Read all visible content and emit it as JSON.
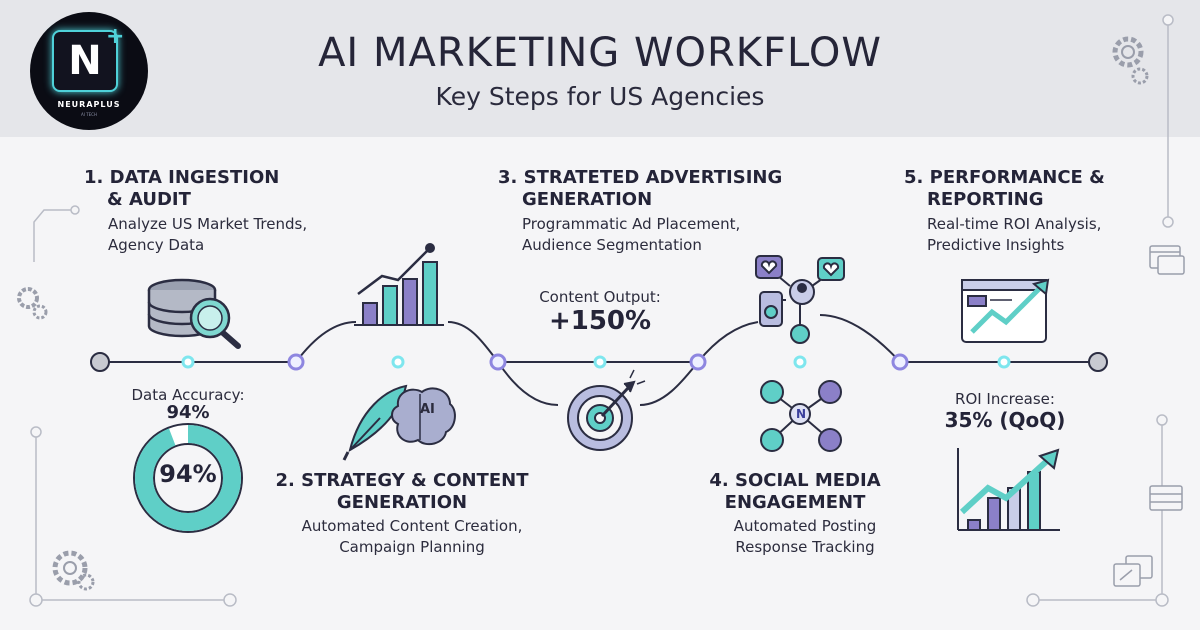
{
  "header": {
    "title": "AI MARKETING WORKFLOW",
    "subtitle": "Key Steps for US Agencies"
  },
  "logo": {
    "mark": "N",
    "name": "NEURAPLUS",
    "tagline": "AI TECH"
  },
  "steps": [
    {
      "head_line1": "1. DATA INGESTION",
      "head_line2": "& AUDIT",
      "desc_line1": "Analyze US Market Trends,",
      "desc_line2": "Agency Data",
      "icon": "database-search-icon"
    },
    {
      "head_line1": "2. STRATEGY & CONTENT",
      "head_line2": "GENERATION",
      "desc_line1": "Automated Content Creation,",
      "desc_line2": "Campaign Planning",
      "icon": "quill-brain-icon"
    },
    {
      "head_line1": "3. STRATETED ADVERTISING",
      "head_line2": "GENERATION",
      "desc_line1": "Programmatic Ad Placement,",
      "desc_line2": "Audience Segmentation",
      "icon": "target-icon"
    },
    {
      "head_line1": "4. SOCIAL MEDIA",
      "head_line2": "ENGAGEMENT",
      "desc_line1": "Automated Posting",
      "desc_line2": "Response Tracking",
      "icon": "social-network-icon"
    },
    {
      "head_line1": "5. PERFORMANCE &",
      "head_line2": "REPORTING",
      "desc_line1": "Real-time ROI Analysis,",
      "desc_line2": "Predictive Insights",
      "icon": "dashboard-growth-icon"
    }
  ],
  "stats": {
    "accuracy": {
      "label": "Data Accuracy:",
      "value": "94%",
      "ring_value": "94%",
      "fraction": 0.94
    },
    "content": {
      "label": "Content Output:",
      "value": "+150%"
    },
    "roi": {
      "label": "ROI Increase:",
      "value": "35% (QoQ)"
    }
  },
  "icon_text": {
    "ai": "AI",
    "network_center": "N"
  },
  "colors": {
    "teal": "#5fcfc7",
    "purple": "#8b80c8",
    "dark": "#2b2d42",
    "node_glow": "#7ee6ee",
    "node_purple": "#8e86e0"
  }
}
